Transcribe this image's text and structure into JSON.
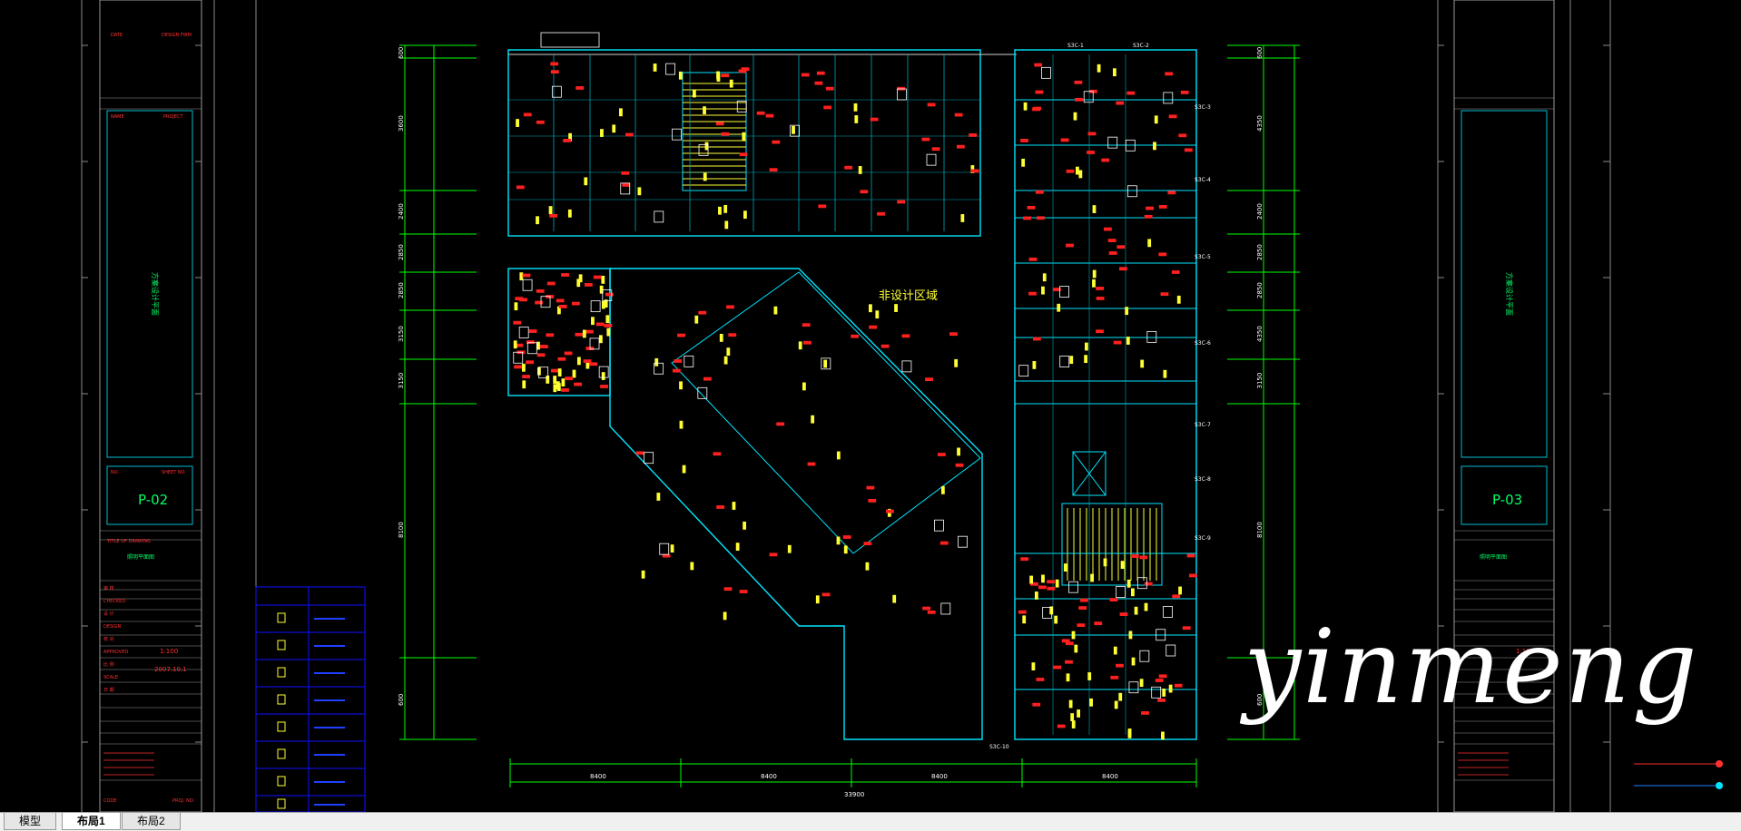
{
  "tabs": [
    {
      "label": "模型",
      "active": false
    },
    {
      "label": "布局1",
      "active": true
    },
    {
      "label": "布局2",
      "active": false
    }
  ],
  "drawing": {
    "area_label": "非设计区域",
    "bottom_total": "33900",
    "bottom_dims": [
      "8400",
      "8400",
      "8400",
      "8400"
    ],
    "left_dims": [
      "600",
      "3600",
      "2400",
      "2850",
      "2850",
      "3150",
      "3150",
      "8100",
      "600"
    ],
    "right_dims": [
      "600",
      "4350",
      "2400",
      "2850",
      "2850",
      "4350",
      "3150",
      "8100",
      "600"
    ],
    "section_marks": [
      "S3C-1",
      "S3C-2",
      "S3C-3",
      "S3C-4",
      "S3C-5",
      "S3C-6",
      "S3C-7",
      "S3C-8",
      "S3C-9",
      "S3C-10"
    ]
  },
  "title_block_left": {
    "sheet_no": "P-02",
    "scale": "1:100",
    "date": "2007.10.1"
  },
  "title_block_right": {
    "sheet_no": "P-03",
    "scale": "1:100"
  },
  "watermark": "yinmeng",
  "colors": {
    "background": "#000000",
    "wall": "#00e5ff",
    "dim": "#00ff00",
    "label_red": "#ff2020",
    "label_yellow": "#ffff33",
    "frame": "#8a8a8a",
    "table_blue": "#1010ff"
  }
}
